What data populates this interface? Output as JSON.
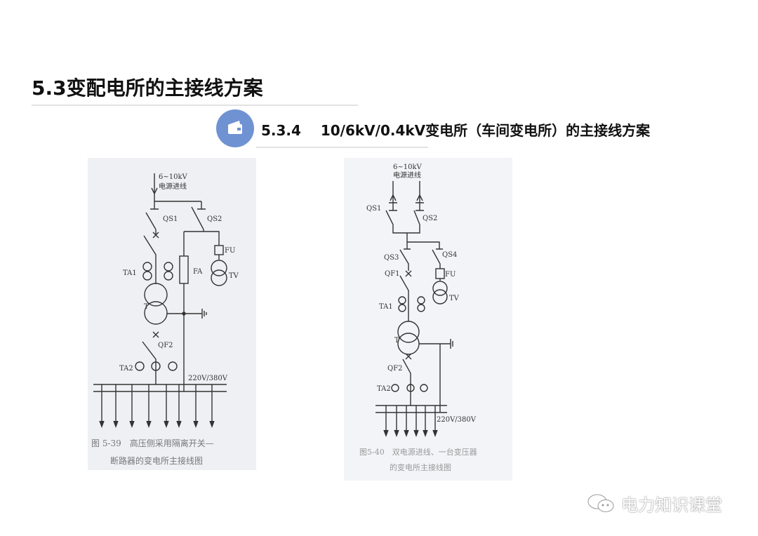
{
  "title": "5.3变配电所的主接线方案",
  "section": {
    "icon": "wallet-icon",
    "number": "5.3.4",
    "heading": "10/6kV/0.4kV变电所（车间变电所）的主接线方案",
    "accent": "#6f92d3"
  },
  "figure1": {
    "supply_voltage": "6~10kV",
    "supply_label": "电源进线",
    "labels": {
      "qs1": "QS1",
      "qs2": "QS2",
      "fu": "FU",
      "ta1": "TA1",
      "fa": "FA",
      "tv": "TV",
      "t": "T",
      "qf2": "QF2",
      "ta2": "TA2",
      "bus": "220V/380V"
    },
    "caption_line1": "图 5-39　高压侧采用隔离开关—",
    "caption_line2": "断路器的变电所主接线图"
  },
  "figure2": {
    "supply_voltage": "6~10kV",
    "supply_label": "电源进线",
    "labels": {
      "qs1": "QS1",
      "qs2": "QS2",
      "qs3": "QS3",
      "qs4": "QS4",
      "qf1": "QF1",
      "fu": "FU",
      "ta1": "TA1",
      "tv": "TV",
      "t": "T",
      "qf2": "QF2",
      "ta2": "TA2",
      "bus": "220V/380V"
    },
    "caption_line1": "图5-40　双电源进线、一台变压器",
    "caption_line2": "的变电所主接线图"
  },
  "watermark": {
    "icon": "wechat-icon",
    "text": "电力知识课堂"
  }
}
